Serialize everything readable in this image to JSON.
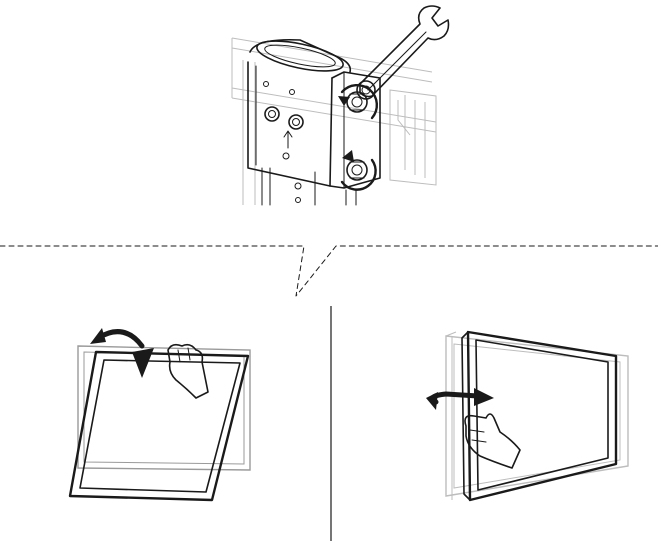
{
  "figure": {
    "panels": [
      "bracket-adjustment-detail",
      "tilt-adjustment",
      "swivel-adjustment"
    ],
    "arrows": [
      "rotate-clockwise",
      "rotate-counterclockwise",
      "tilt-forward",
      "swivel-sideways"
    ],
    "colors": {
      "line": "#1a1a1a",
      "ghost": "#9a9a9a",
      "background": "#ffffff"
    }
  }
}
